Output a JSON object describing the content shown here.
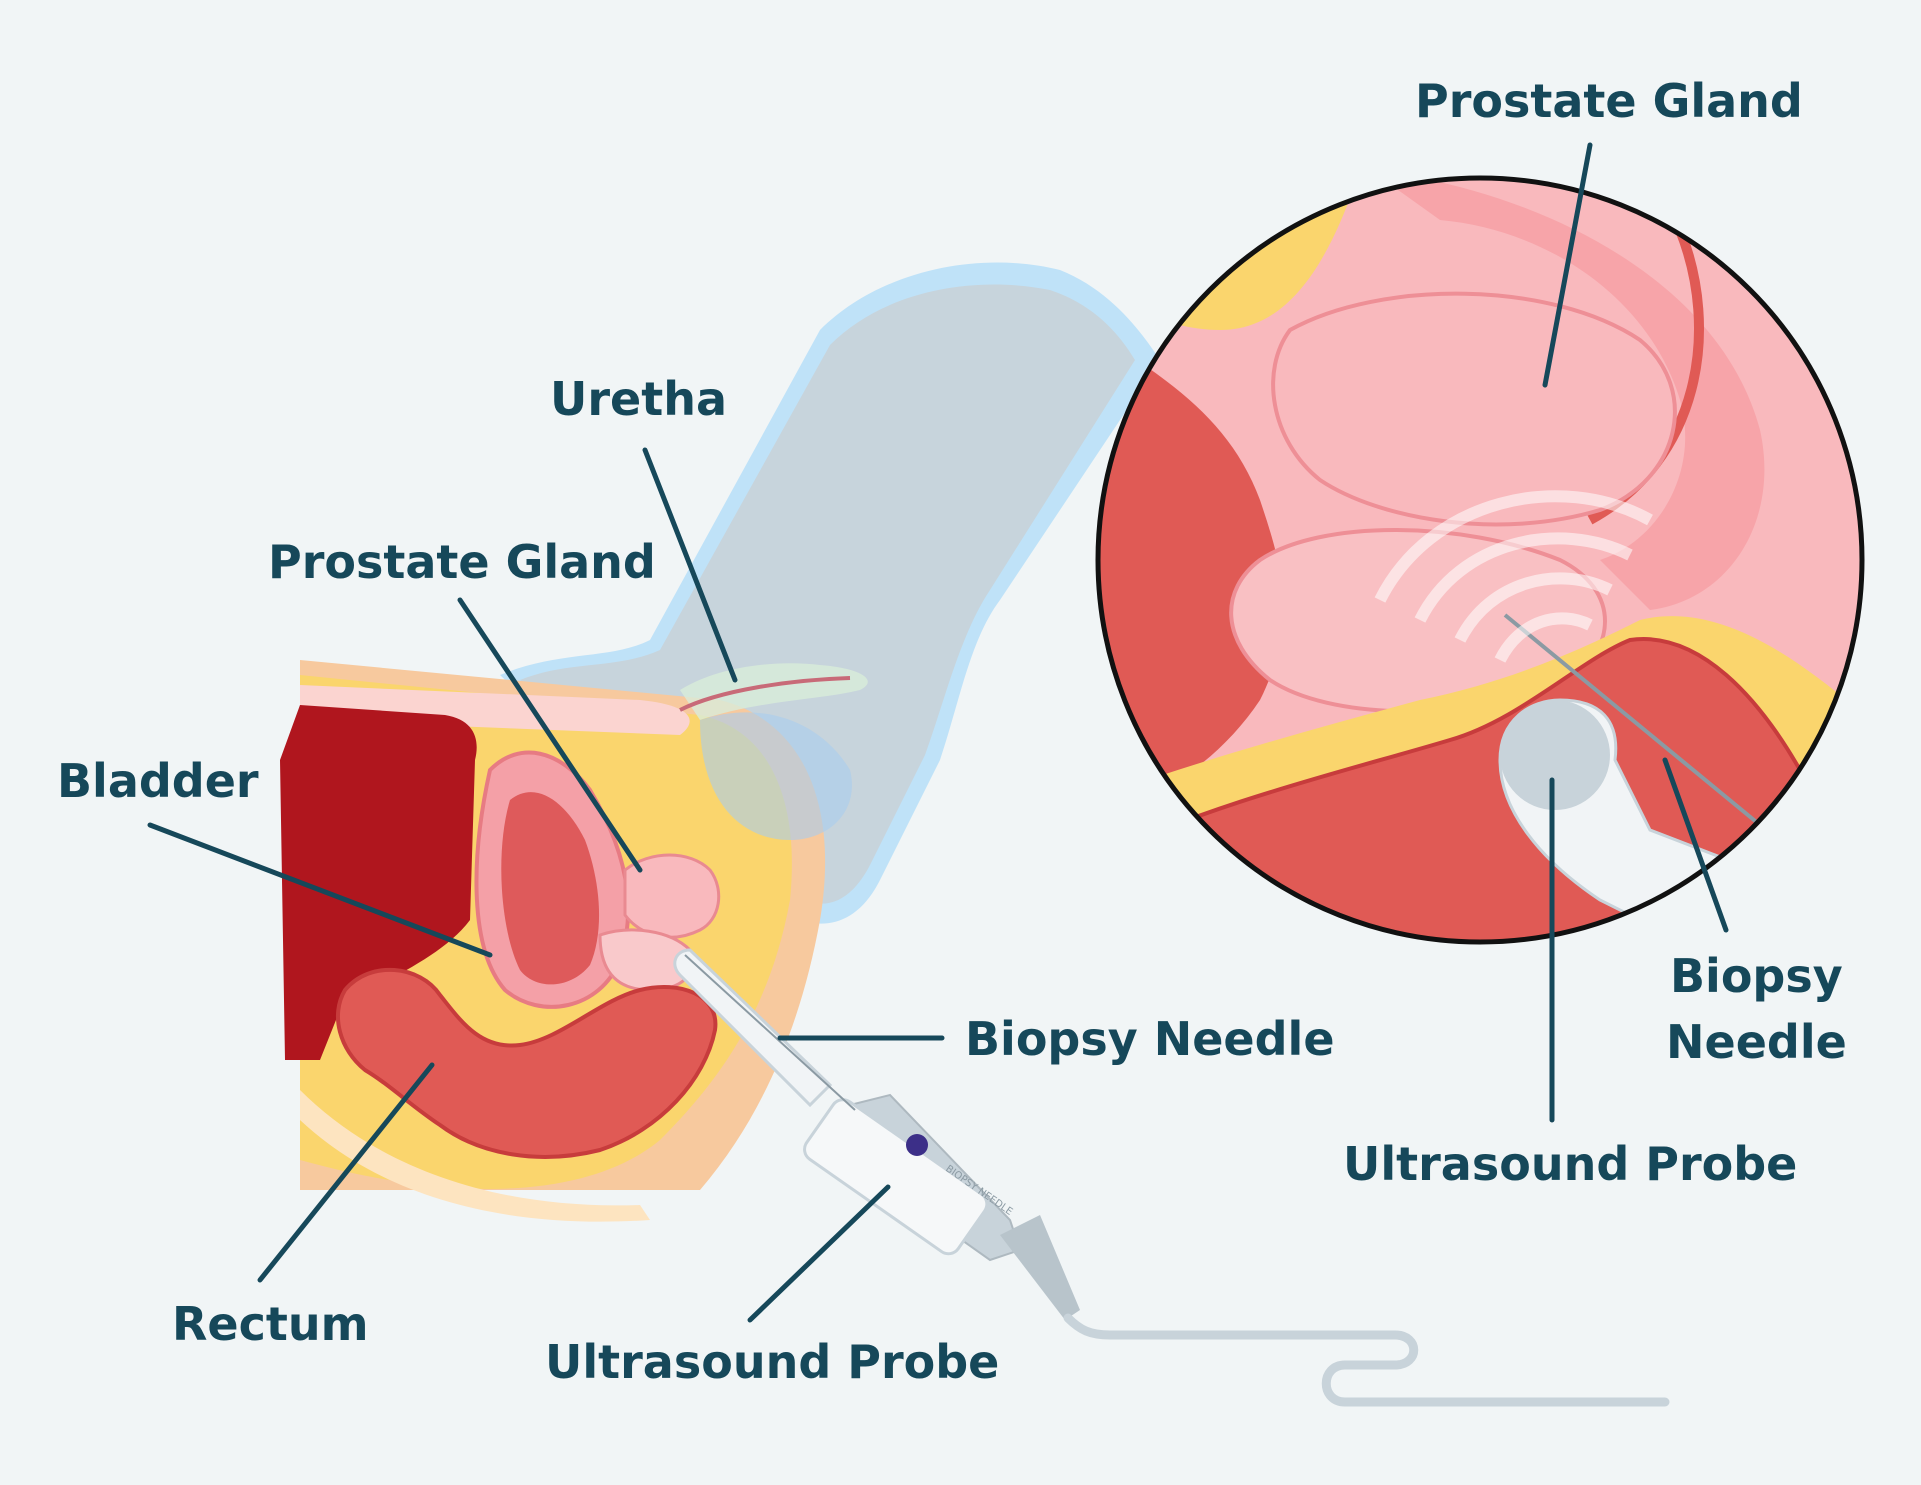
{
  "labels": {
    "uretha": "Uretha",
    "prostate_gland_main": "Prostate Gland",
    "bladder": "Bladder",
    "rectum": "Rectum",
    "biopsy_needle_main": "Biopsy Needle",
    "ultrasound_probe_main": "Ultrasound Probe",
    "prostate_gland_zoom": "Prostate Gland",
    "biopsy_needle_zoom_line1": "Biopsy",
    "biopsy_needle_zoom_line2": "Needle",
    "ultrasound_probe_zoom": "Ultrasound Probe",
    "device_text": "BIOPSY NEEDLE"
  },
  "colors": {
    "background": "#f1f5f6",
    "label_text": "#16485a",
    "leader_line": "#16485a",
    "rectum_dark": "#b0161e",
    "tissue_red": "#e05a55",
    "prostate_pink": "#f9b9bd",
    "fat_yellow": "#fad56d",
    "skin_outline": "#bfe2f8",
    "body_gray": "#c7d4dc",
    "probe_gray": "#c8d3da",
    "zoom_border": "#111111"
  },
  "icons": {
    "probe_button": "circle-button-icon",
    "ultrasound_waves": "wave-arcs-icon"
  }
}
